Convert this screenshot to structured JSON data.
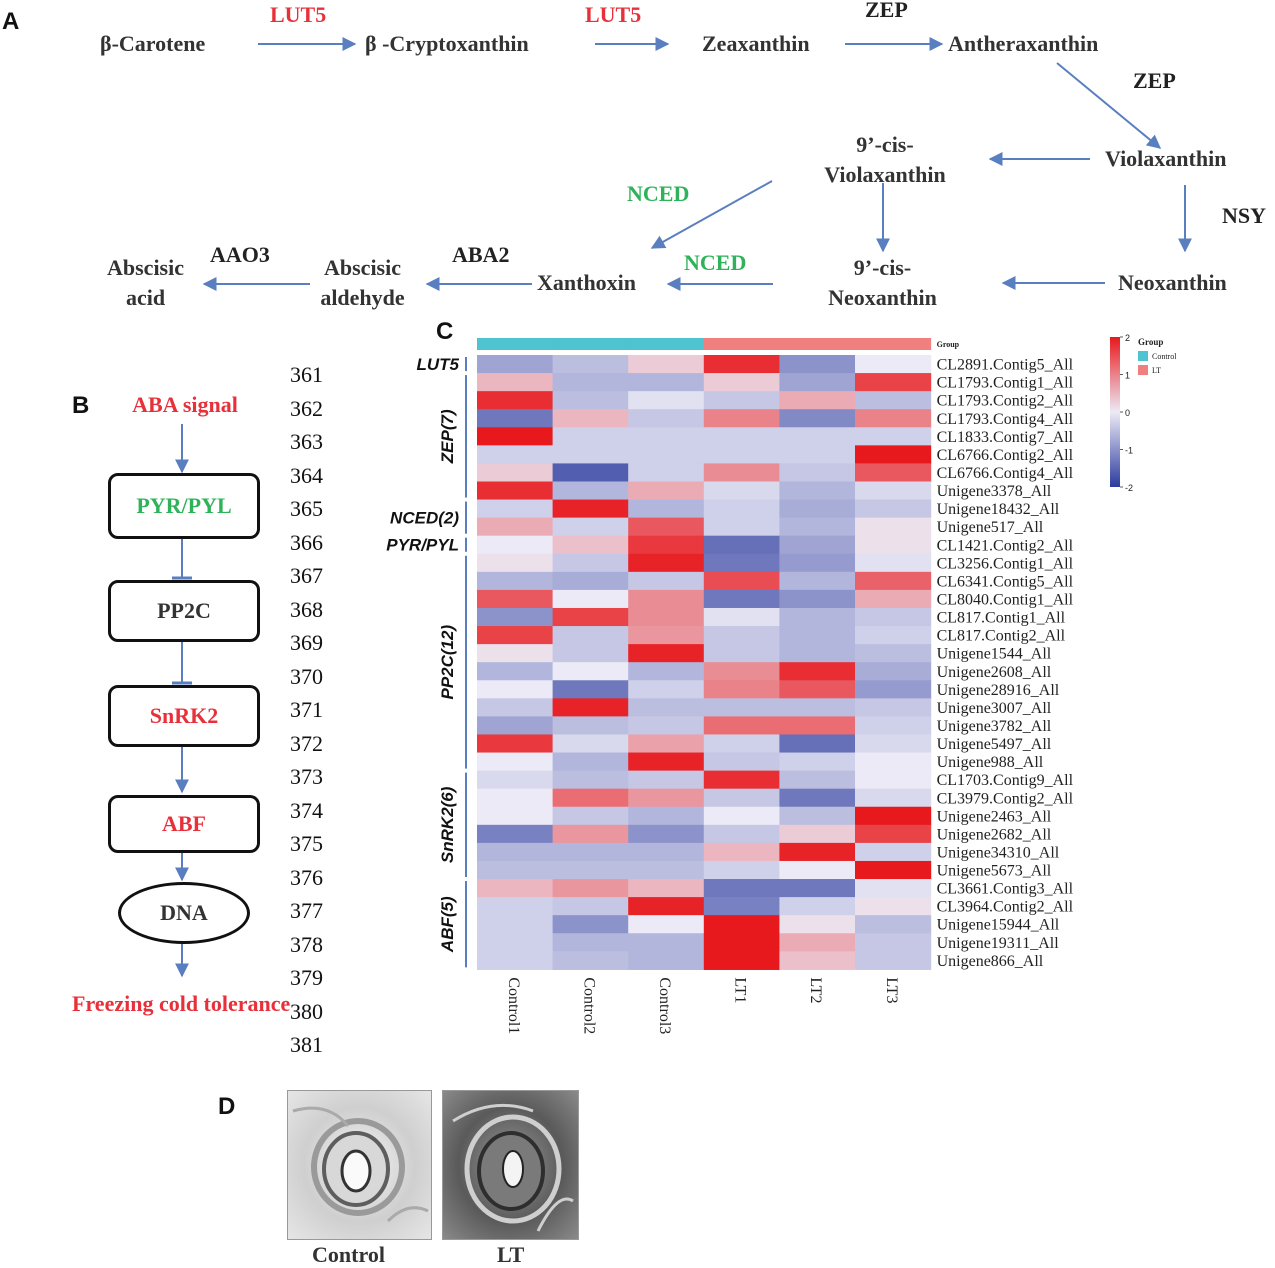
{
  "panels": {
    "A": "A",
    "B": "B",
    "C": "C",
    "D": "D"
  },
  "pathway": {
    "nodes": {
      "beta_carotene": "β-Carotene",
      "beta_cryptoxanthin": "β -Cryptoxanthin",
      "zeaxanthin": "Zeaxanthin",
      "antheraxanthin": "Antheraxanthin",
      "violaxanthin": "Violaxanthin",
      "cis_violaxanthin_1": "9’-cis-",
      "cis_violaxanthin_2": "Violaxanthin",
      "neoxanthin": "Neoxanthin",
      "cis_neoxanthin_1": "9’-cis-",
      "cis_neoxanthin_2": "Neoxanthin",
      "xanthoxin": "Xanthoxin",
      "abscisic_aldehyde_1": "Abscisic",
      "abscisic_aldehyde_2": "aldehyde",
      "abscisic_acid_1": "Abscisic",
      "abscisic_acid_2": "acid"
    },
    "enzymes": {
      "lut5_a": "LUT5",
      "lut5_b": "LUT5",
      "zep_a": "ZEP",
      "zep_b": "ZEP",
      "nsy": "NSY",
      "nced_a": "NCED",
      "nced_b": "NCED",
      "aba2": "ABA2",
      "aao3": "AAO3"
    }
  },
  "signaling": {
    "start": "ABA signal",
    "pyr": "PYR/PYL",
    "pp2c": "PP2C",
    "snrk2": "SnRK2",
    "abf": "ABF",
    "dna": "DNA",
    "end": "Freezing cold tolerance"
  },
  "line_numbers": [
    "361",
    "362",
    "363",
    "364",
    "365",
    "366",
    "367",
    "368",
    "369",
    "370",
    "371",
    "372",
    "373",
    "374",
    "375",
    "376",
    "377",
    "378",
    "379",
    "380",
    "381"
  ],
  "chart_data": {
    "type": "heatmap",
    "group_header": "Group",
    "columns": [
      "Control1",
      "Control2",
      "Control3",
      "LT1",
      "LT2",
      "LT3"
    ],
    "column_groups": [
      "Control",
      "Control",
      "Control",
      "LT",
      "LT",
      "LT"
    ],
    "legend": {
      "title": "Group",
      "entries": [
        "Control",
        "LT"
      ],
      "colors": {
        "Control": "#4fc3d0",
        "LT": "#f08080"
      }
    },
    "colorbar": {
      "ticks": [
        "2",
        "1",
        "0",
        "-1",
        "-2"
      ],
      "min": -2,
      "max": 2,
      "low_color": "#2b3b9e",
      "mid_color": "#eceaf6",
      "high_color": "#e8191d"
    },
    "row_groups": [
      {
        "label": "LUT5",
        "start": 0,
        "end": 0
      },
      {
        "label": "ZEP(7)",
        "start": 1,
        "end": 7
      },
      {
        "label": "NCED(2)",
        "start": 8,
        "end": 9
      },
      {
        "label": "PYR/PYL",
        "start": 10,
        "end": 10
      },
      {
        "label": "PP2C(12)",
        "start": 11,
        "end": 22
      },
      {
        "label": "SnRK2(6)",
        "start": 23,
        "end": 28
      },
      {
        "label": "ABF(5)",
        "start": 29,
        "end": 33
      }
    ],
    "rows": [
      {
        "gene": "CL2891.Contig5_All",
        "values": [
          -0.8,
          -0.5,
          0.3,
          1.8,
          -1.0,
          0.0
        ]
      },
      {
        "gene": "CL1793.Contig1_All",
        "values": [
          0.5,
          -0.6,
          -0.6,
          0.3,
          -0.8,
          1.6
        ]
      },
      {
        "gene": "CL1793.Contig2_All",
        "values": [
          1.8,
          -0.5,
          -0.1,
          -0.4,
          0.6,
          -0.5
        ]
      },
      {
        "gene": "CL1793.Contig4_All",
        "values": [
          -1.3,
          0.5,
          -0.4,
          1.0,
          -1.1,
          1.0
        ]
      },
      {
        "gene": "CL1833.Contig7_All",
        "values": [
          2.0,
          -0.3,
          -0.3,
          -0.3,
          -0.3,
          -0.3
        ]
      },
      {
        "gene": "CL6766.Contig2_All",
        "values": [
          -0.3,
          -0.3,
          -0.3,
          -0.3,
          -0.3,
          2.0
        ]
      },
      {
        "gene": "CL6766.Contig4_All",
        "values": [
          0.3,
          -1.6,
          -0.3,
          0.9,
          -0.4,
          1.4
        ]
      },
      {
        "gene": "Unigene3378_All",
        "values": [
          1.8,
          -0.6,
          0.6,
          -0.2,
          -0.6,
          -0.2
        ]
      },
      {
        "gene": "Unigene18432_All",
        "values": [
          -0.3,
          1.9,
          -0.6,
          -0.3,
          -0.7,
          -0.4
        ]
      },
      {
        "gene": "Unigene517_All",
        "values": [
          0.6,
          -0.3,
          1.4,
          -0.3,
          -0.6,
          0.1
        ]
      },
      {
        "gene": "CL1421.Contig2_All",
        "values": [
          0.0,
          0.4,
          1.7,
          -1.4,
          -0.8,
          0.1
        ]
      },
      {
        "gene": "CL3256.Contig1_All",
        "values": [
          0.1,
          -0.4,
          1.9,
          -1.3,
          -0.9,
          -0.1
        ]
      },
      {
        "gene": "CL6341.Contig5_All",
        "values": [
          -0.6,
          -0.7,
          -0.4,
          1.5,
          -0.6,
          1.3
        ]
      },
      {
        "gene": "CL8040.Contig1_All",
        "values": [
          1.4,
          0.0,
          0.9,
          -1.3,
          -1.0,
          0.6
        ]
      },
      {
        "gene": "CL817.Contig1_All",
        "values": [
          -1.0,
          1.6,
          0.9,
          -0.1,
          -0.6,
          -0.4
        ]
      },
      {
        "gene": "CL817.Contig2_All",
        "values": [
          1.6,
          -0.4,
          0.8,
          -0.4,
          -0.6,
          -0.3
        ]
      },
      {
        "gene": "Unigene1544_All",
        "values": [
          0.1,
          -0.4,
          1.9,
          -0.4,
          -0.6,
          -0.5
        ]
      },
      {
        "gene": "Unigene2608_All",
        "values": [
          -0.6,
          0.0,
          -0.6,
          0.9,
          1.8,
          -0.7
        ]
      },
      {
        "gene": "Unigene28916_All",
        "values": [
          0.0,
          -1.3,
          -0.3,
          1.0,
          1.4,
          -0.9
        ]
      },
      {
        "gene": "Unigene3007_All",
        "values": [
          -0.4,
          1.9,
          -0.5,
          -0.5,
          -0.5,
          -0.4
        ]
      },
      {
        "gene": "Unigene3782_All",
        "values": [
          -0.8,
          -0.5,
          -0.4,
          1.2,
          1.2,
          -0.3
        ]
      },
      {
        "gene": "Unigene5497_All",
        "values": [
          1.7,
          -0.2,
          0.7,
          -0.3,
          -1.4,
          -0.2
        ]
      },
      {
        "gene": "Unigene988_All",
        "values": [
          0.0,
          -0.6,
          1.9,
          -0.4,
          -0.3,
          0.0
        ]
      },
      {
        "gene": "CL1703.Contig9_All",
        "values": [
          -0.2,
          -0.5,
          -0.4,
          1.8,
          -0.5,
          0.0
        ]
      },
      {
        "gene": "CL3979.Contig2_All",
        "values": [
          0.0,
          1.2,
          0.8,
          -0.4,
          -1.3,
          -0.2
        ]
      },
      {
        "gene": "Unigene2463_All",
        "values": [
          0.0,
          -0.4,
          -0.6,
          0.0,
          -0.5,
          2.0
        ]
      },
      {
        "gene": "Unigene2682_All",
        "values": [
          -1.2,
          0.8,
          -1.0,
          -0.4,
          0.3,
          1.6
        ]
      },
      {
        "gene": "Unigene34310_All",
        "values": [
          -0.6,
          -0.6,
          -0.6,
          0.5,
          1.9,
          -0.3
        ]
      },
      {
        "gene": "Unigene5673_All",
        "values": [
          -0.5,
          -0.5,
          -0.5,
          -0.3,
          0.0,
          2.0
        ]
      },
      {
        "gene": "CL3661.Contig3_All",
        "values": [
          0.5,
          0.8,
          0.5,
          -1.3,
          -1.3,
          -0.1
        ]
      },
      {
        "gene": "CL3964.Contig2_All",
        "values": [
          -0.3,
          -0.4,
          1.9,
          -1.2,
          -0.3,
          0.1
        ]
      },
      {
        "gene": "Unigene15944_All",
        "values": [
          -0.3,
          -1.0,
          0.0,
          2.0,
          0.1,
          -0.5
        ]
      },
      {
        "gene": "Unigene19311_All",
        "values": [
          -0.3,
          -0.6,
          -0.6,
          2.0,
          0.6,
          -0.4
        ]
      },
      {
        "gene": "Unigene866_All",
        "values": [
          -0.3,
          -0.5,
          -0.6,
          2.0,
          0.4,
          -0.4
        ]
      }
    ]
  },
  "micrographs": {
    "control_label": "Control",
    "lt_label": "LT"
  }
}
